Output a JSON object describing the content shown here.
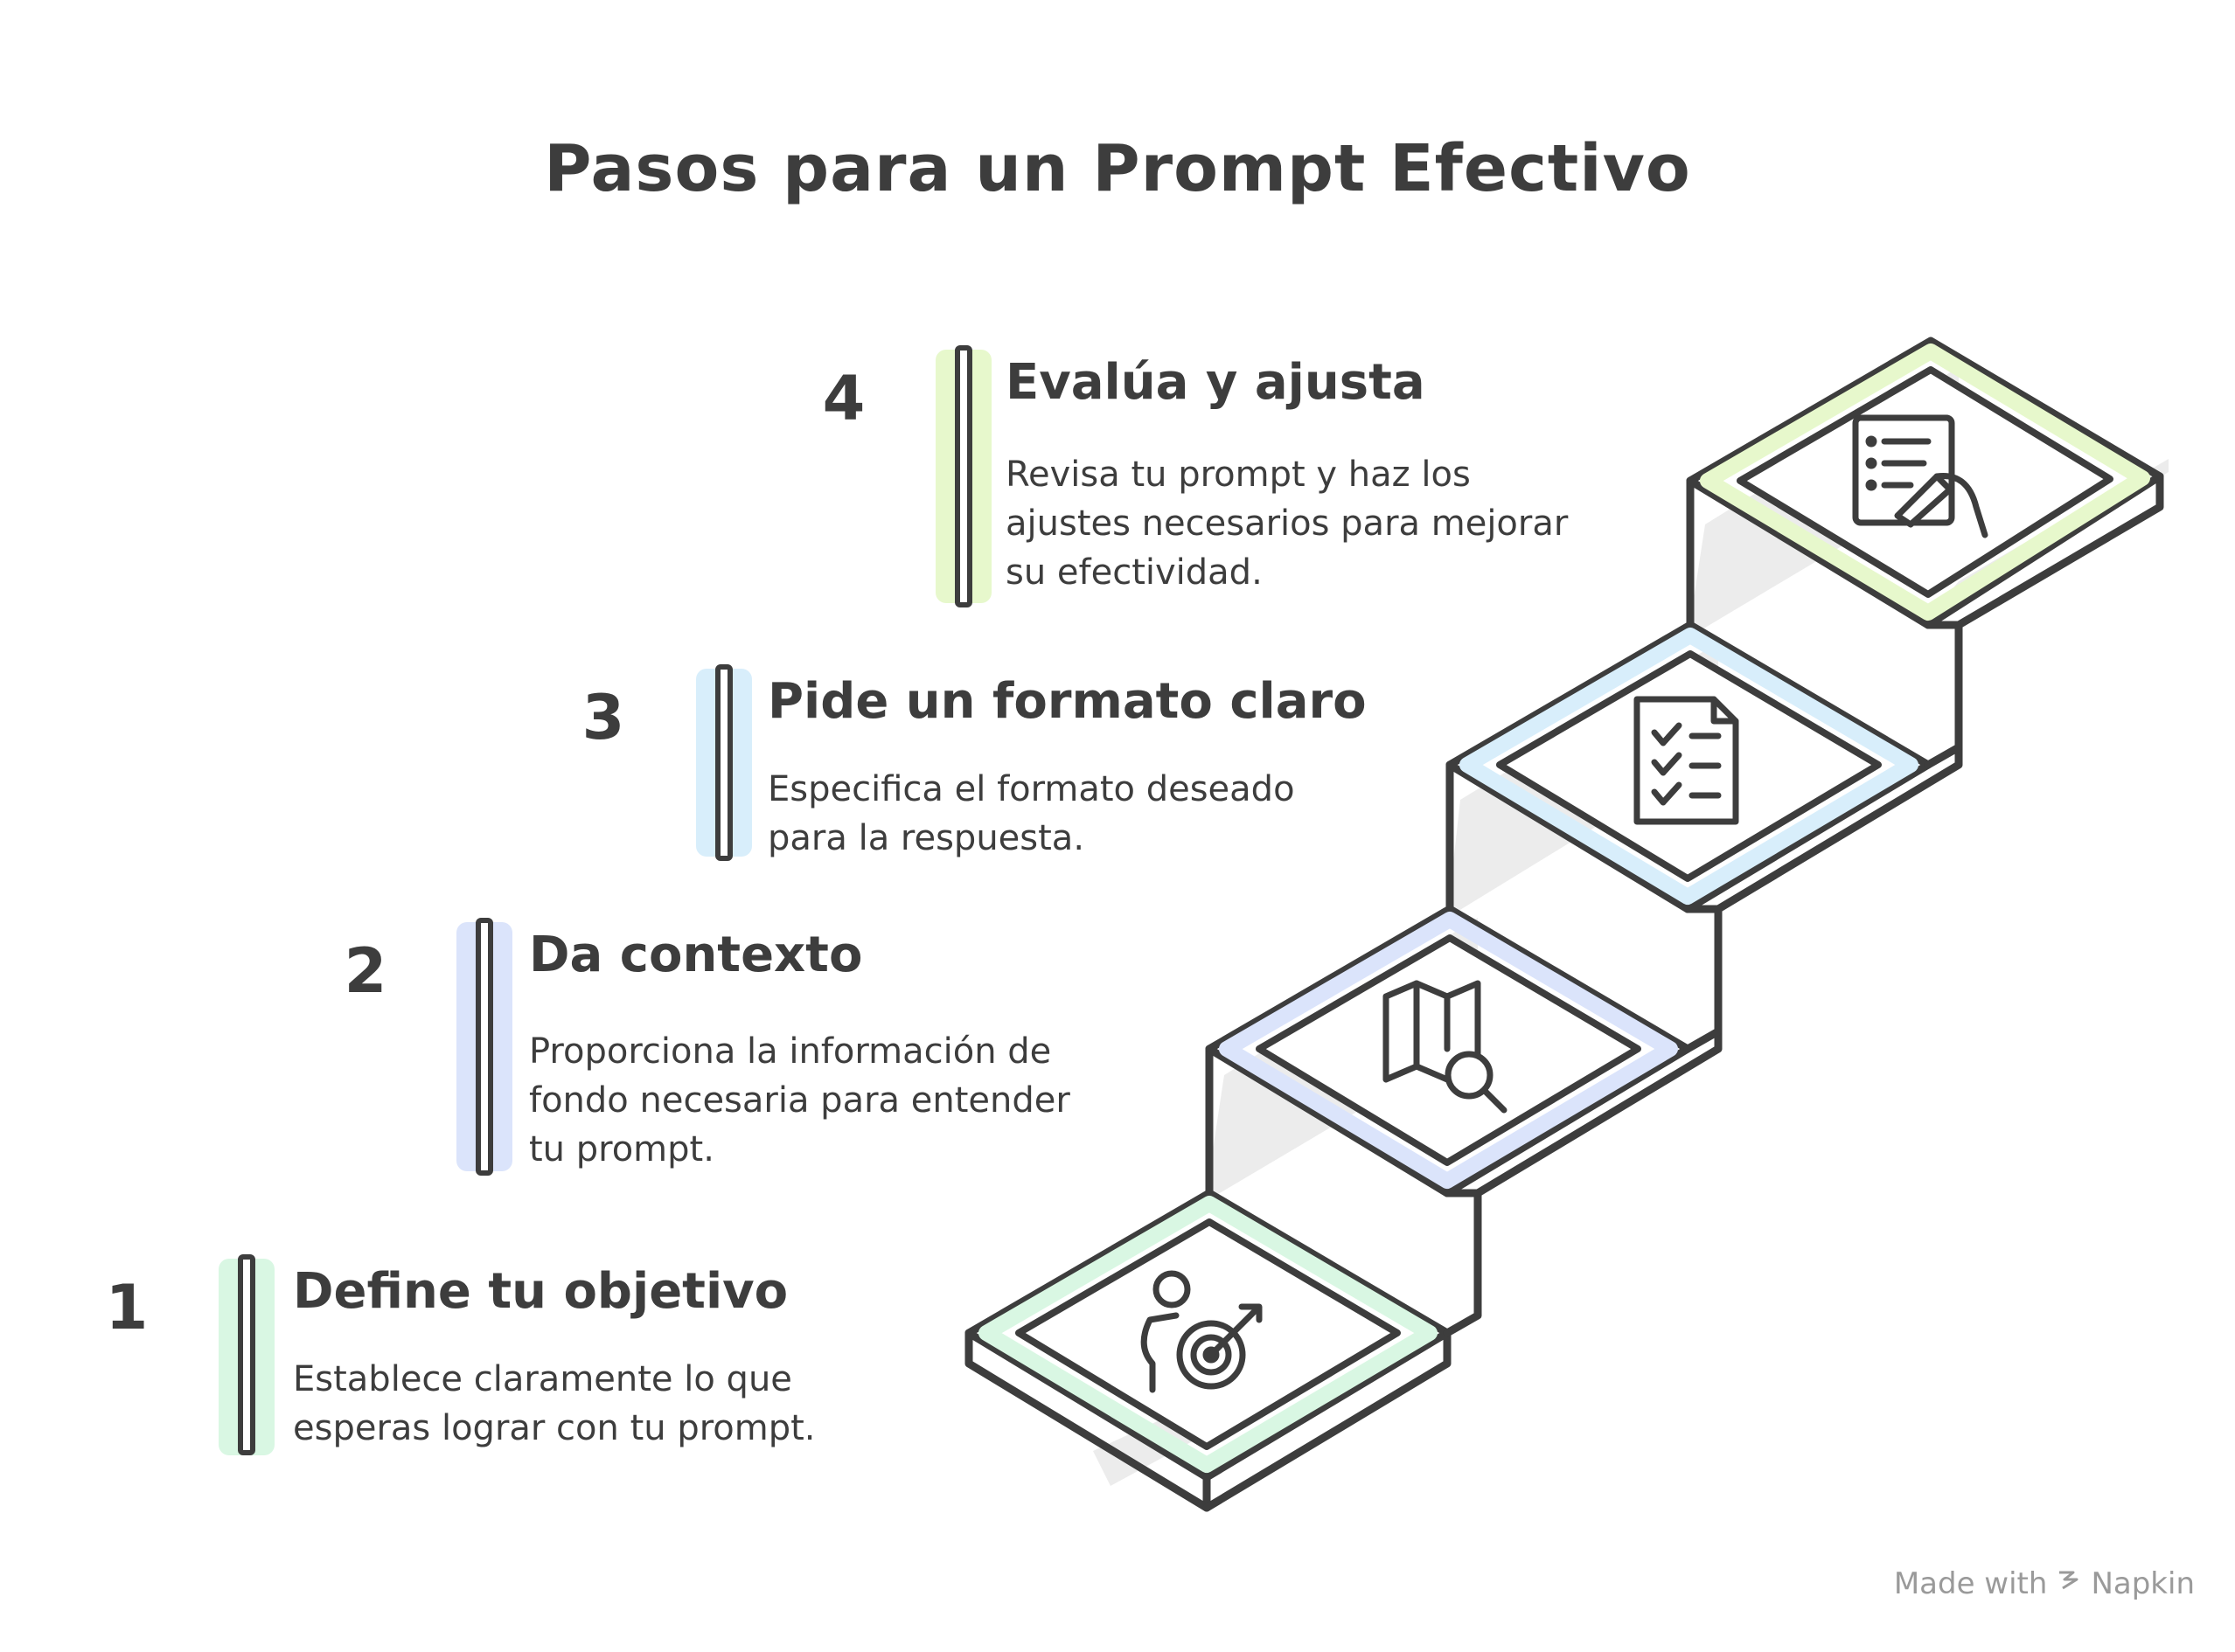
{
  "title": "Pasos para un Prompt Efectivo",
  "steps": [
    {
      "number": "1",
      "title": "Define tu objetivo",
      "description": "Establece claramente lo que\nesperas lograr con tu prompt.",
      "icon": "target-person-icon",
      "accent": "#d9f7e3"
    },
    {
      "number": "2",
      "title": "Da contexto",
      "description": "Proporciona la información de\nfondo necesaria para entender\ntu prompt.",
      "icon": "map-search-icon",
      "accent": "#dbe4fb"
    },
    {
      "number": "3",
      "title": "Pide un formato claro",
      "description": "Especifica el formato deseado\npara la respuesta.",
      "icon": "checklist-icon",
      "accent": "#d8eefb"
    },
    {
      "number": "4",
      "title": "Evalúa y ajusta",
      "description": "Revisa tu prompt y haz los\najustes necesarios para mejorar\nsu efectividad.",
      "icon": "document-edit-icon",
      "accent": "#e7f8cc"
    }
  ],
  "footer": {
    "made_with": "Made with",
    "brand": "Napkin"
  },
  "colors": {
    "outline": "#3d3d3d",
    "stair_shadow": "#ececec",
    "text": "#3d3d3d"
  }
}
